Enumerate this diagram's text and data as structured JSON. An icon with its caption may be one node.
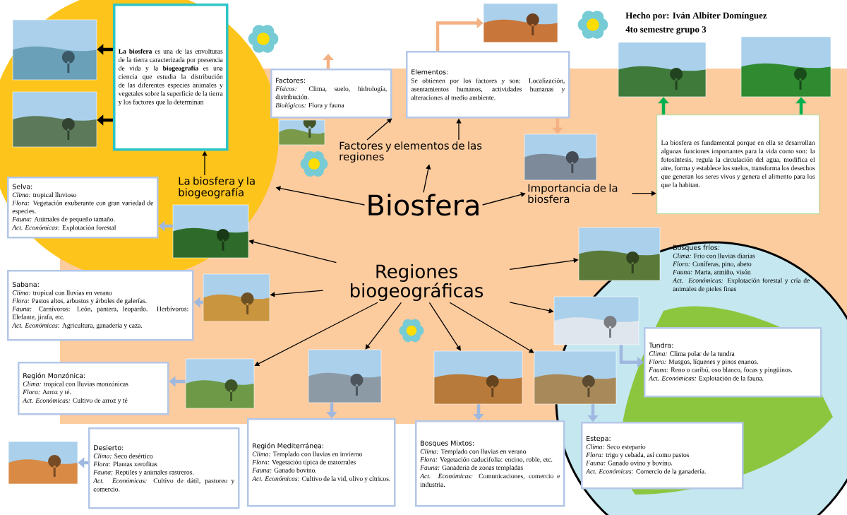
{
  "diagram": {
    "nodes": [
      {
        "text": [
          "Biosfera"
        ]
      },
      {
        "text": [
          "Regiones biogeográficas"
        ]
      },
      {
        "text": [
          "La biosfera y la biogeografía"
        ]
      },
      {
        "text": [
          "Factores y elementos de las regiones"
        ]
      },
      {
        "text": [
          "Importancia de la biosfera"
        ]
      },
      {
        "text": [
          "**La biosfera** es una de las envolturas de la tierra caracterizada por presencia de vida y la **biogeografía** es una ciencia que estudia la distribución de las diferentes especies animales y vegetales sobre la superficie de la tierra y los factores que la determinan"
        ]
      },
      {
        "text": [],
        "shape": "picture"
      },
      {
        "text": [],
        "shape": "picture"
      },
      {
        "text": [
          "Factores:",
          "*Físicos:* Clima, suelo, hidrología, distribución.",
          "*Biológicos:* Flora y fauna"
        ]
      },
      {
        "text": [],
        "shape": "picture"
      },
      {
        "text": [
          "Elementos:",
          "Se obtienen por los factores y son: Localización, asentamientos humanos, actividades humanas y alteraciones al medio ambiente."
        ]
      },
      {
        "text": [],
        "shape": "picture"
      },
      {
        "text": [],
        "shape": "picture"
      },
      {
        "text": [
          "La biosfera es fundamental porque en ella se desarrollan algunas funciones importantes para la vida como son: la fotosíntesis, regula la circulación del agua, modifica el aire, forma y establece los suelos, transforma los desechos que generan los seres vivos y genera el alimento para los que la habitan."
        ]
      },
      {
        "text": [],
        "shape": "picture"
      },
      {
        "text": [],
        "shape": "picture"
      },
      {
        "text": [
          "Selva:",
          "*Clima:* tropical lluvioso",
          "*Flora:* Vegetación exuberante con gran variedad de especies.",
          "*Fauna:* Animales de pequeño tamaño.",
          "*Act. Económicas:* Explotación forestal"
        ]
      },
      {
        "text": [],
        "shape": "picture"
      },
      {
        "text": [
          "Sabana:",
          "*Clima:* tropical con lluvias en verano",
          "*Flora:* Pastos altos, arbustos y árboles de galerías.",
          "*Fauna:* Carnívoros: León, pantera, leopardo. Herbívoros: Elefante, jirafa, etc.",
          "*Act. Económicas:* Agricultura, ganadería y caza."
        ]
      },
      {
        "text": [],
        "shape": "picture"
      },
      {
        "text": [
          "Región Monzónica:",
          "*Clima:* tropical con lluvias monzónicas",
          "*Flora:* Arroz y té.",
          "*Act. Económicas:* Cultivo de arroz y té"
        ]
      },
      {
        "text": [],
        "shape": "picture"
      },
      {
        "text": [
          "Desierto:",
          "*Clima:* Seco desértico",
          "*Flora:* Plantas xerofitas",
          "*Fauna:* Reptiles y animales rastreros.",
          "*Act. Económicas:* Cultivo de dátil, pastoreo y comercio."
        ]
      },
      {
        "text": [],
        "shape": "picture"
      },
      {
        "text": [
          "Región Mediterránea:",
          "*Clima:* Templado con lluvias en invierno",
          "*Flora:* Vegetación típica de matorrales",
          "*Fauna:* Ganado bovino.",
          "*Act. Económicas:* Cultivo de la vid, olivo y cítricos."
        ]
      },
      {
        "text": [],
        "shape": "picture"
      },
      {
        "text": [
          "Bosques Mixtos:",
          "*Clima:* Templado con lluvias en verano",
          "*Flora:* Vegetación caducifolia: encino, roble, etc.",
          "*Fauna:* Ganadería de zonas templadas",
          "*Act. Económicas:* Comunicaciones, comercio e industria."
        ]
      },
      {
        "text": [],
        "shape": "picture"
      },
      {
        "text": [
          "Estepa:",
          "*Clima:* Seco estepario",
          "*Flora:* trigo y cebada, así como pastos",
          "*Fauna:* Ganado ovino y bovino.",
          "*Act. Económicas:* Comercio de la ganadería."
        ]
      },
      {
        "text": [],
        "shape": "picture"
      },
      {
        "text": [
          "Tundra:",
          "*Clima:* Clima polar de la tundra",
          "*Flora:* Musgos, líquenes y pinos enanos.",
          "*Fauna:* Reno o caribú, oso blanco, focas y pingüinos.",
          "*Act. Económicas:* Explotación de la fauna."
        ]
      },
      {
        "text": [],
        "shape": "picture"
      },
      {
        "text": [
          "Bosques fríos:",
          "*Clima:* Frio con lluvias diarias",
          "*Flora:* Coníferas, pino, abeto",
          "*Fauna:* Marta, armiño, visón",
          "*Act. Económicas:* Explotación forestal y cría de animales de pieles finas"
        ]
      },
      {
        "text": [],
        "shape": "picture"
      }
    ],
    "edges": [
      {
        "from": 0,
        "to": 2,
        "arrow": "to"
      },
      {
        "from": 0,
        "to": 3,
        "arrow": "to"
      },
      {
        "from": 0,
        "to": 4,
        "arrow": "to"
      },
      {
        "from": 2,
        "to": 5,
        "arrow": "to"
      },
      {
        "from": 5,
        "to": 6,
        "arrow": "to",
        "style": "thick"
      },
      {
        "from": 5,
        "to": 7,
        "arrow": "to",
        "style": "thick"
      },
      {
        "from": 3,
        "to": 8,
        "arrow": "to"
      },
      {
        "from": 3,
        "to": 10,
        "arrow": "to"
      },
      {
        "from": 8,
        "to": null,
        "arrow": "to",
        "style": "thick",
        "color": "#f4b183"
      },
      {
        "from": 10,
        "to": 11,
        "arrow": "to",
        "style": "thick",
        "color": "#f4b183"
      },
      {
        "from": 10,
        "to": 12,
        "arrow": "to",
        "style": "thick",
        "color": "#f4b183"
      },
      {
        "from": 4,
        "to": 13,
        "arrow": "to"
      },
      {
        "from": 13,
        "to": 14,
        "arrow": "to",
        "style": "thick",
        "color": "#00b050"
      },
      {
        "from": 13,
        "to": 15,
        "arrow": "to",
        "style": "thick",
        "color": "#00b050"
      },
      {
        "from": 1,
        "to": 17,
        "arrow": "to"
      },
      {
        "from": 1,
        "to": 19,
        "arrow": "to"
      },
      {
        "from": 1,
        "to": 21,
        "arrow": "to"
      },
      {
        "from": 1,
        "to": 25,
        "arrow": "to"
      },
      {
        "from": 1,
        "to": 27,
        "arrow": "to"
      },
      {
        "from": 1,
        "to": 29,
        "arrow": "to"
      },
      {
        "from": 1,
        "to": 31,
        "arrow": "to"
      },
      {
        "from": 1,
        "to": 33,
        "arrow": "to"
      },
      {
        "from": 17,
        "to": 16,
        "arrow": "to",
        "style": "thick",
        "color": "#9fb8e0"
      },
      {
        "from": 19,
        "to": 18,
        "arrow": "to",
        "style": "thick",
        "color": "#9fb8e0"
      },
      {
        "from": 21,
        "to": 20,
        "arrow": "to",
        "style": "thick",
        "color": "#9fb8e0"
      },
      {
        "from": 22,
        "to": 23,
        "arrow": "to",
        "style": "thick",
        "color": "#9fb8e0"
      },
      {
        "from": 25,
        "to": 24,
        "arrow": "to",
        "style": "thick",
        "color": "#9fb8e0"
      },
      {
        "from": 27,
        "to": 26,
        "arrow": "to",
        "style": "thick",
        "color": "#9fb8e0"
      },
      {
        "from": 29,
        "to": 28,
        "arrow": "to",
        "style": "thick",
        "color": "#9fb8e0"
      },
      {
        "from": 31,
        "to": 30,
        "arrow": "to",
        "style": "thick",
        "color": "#9fb8e0"
      }
    ],
    "labels": [
      "Hecho por: Iván Albiter Domínguez",
      "4to semestre grupo 3"
    ]
  }
}
